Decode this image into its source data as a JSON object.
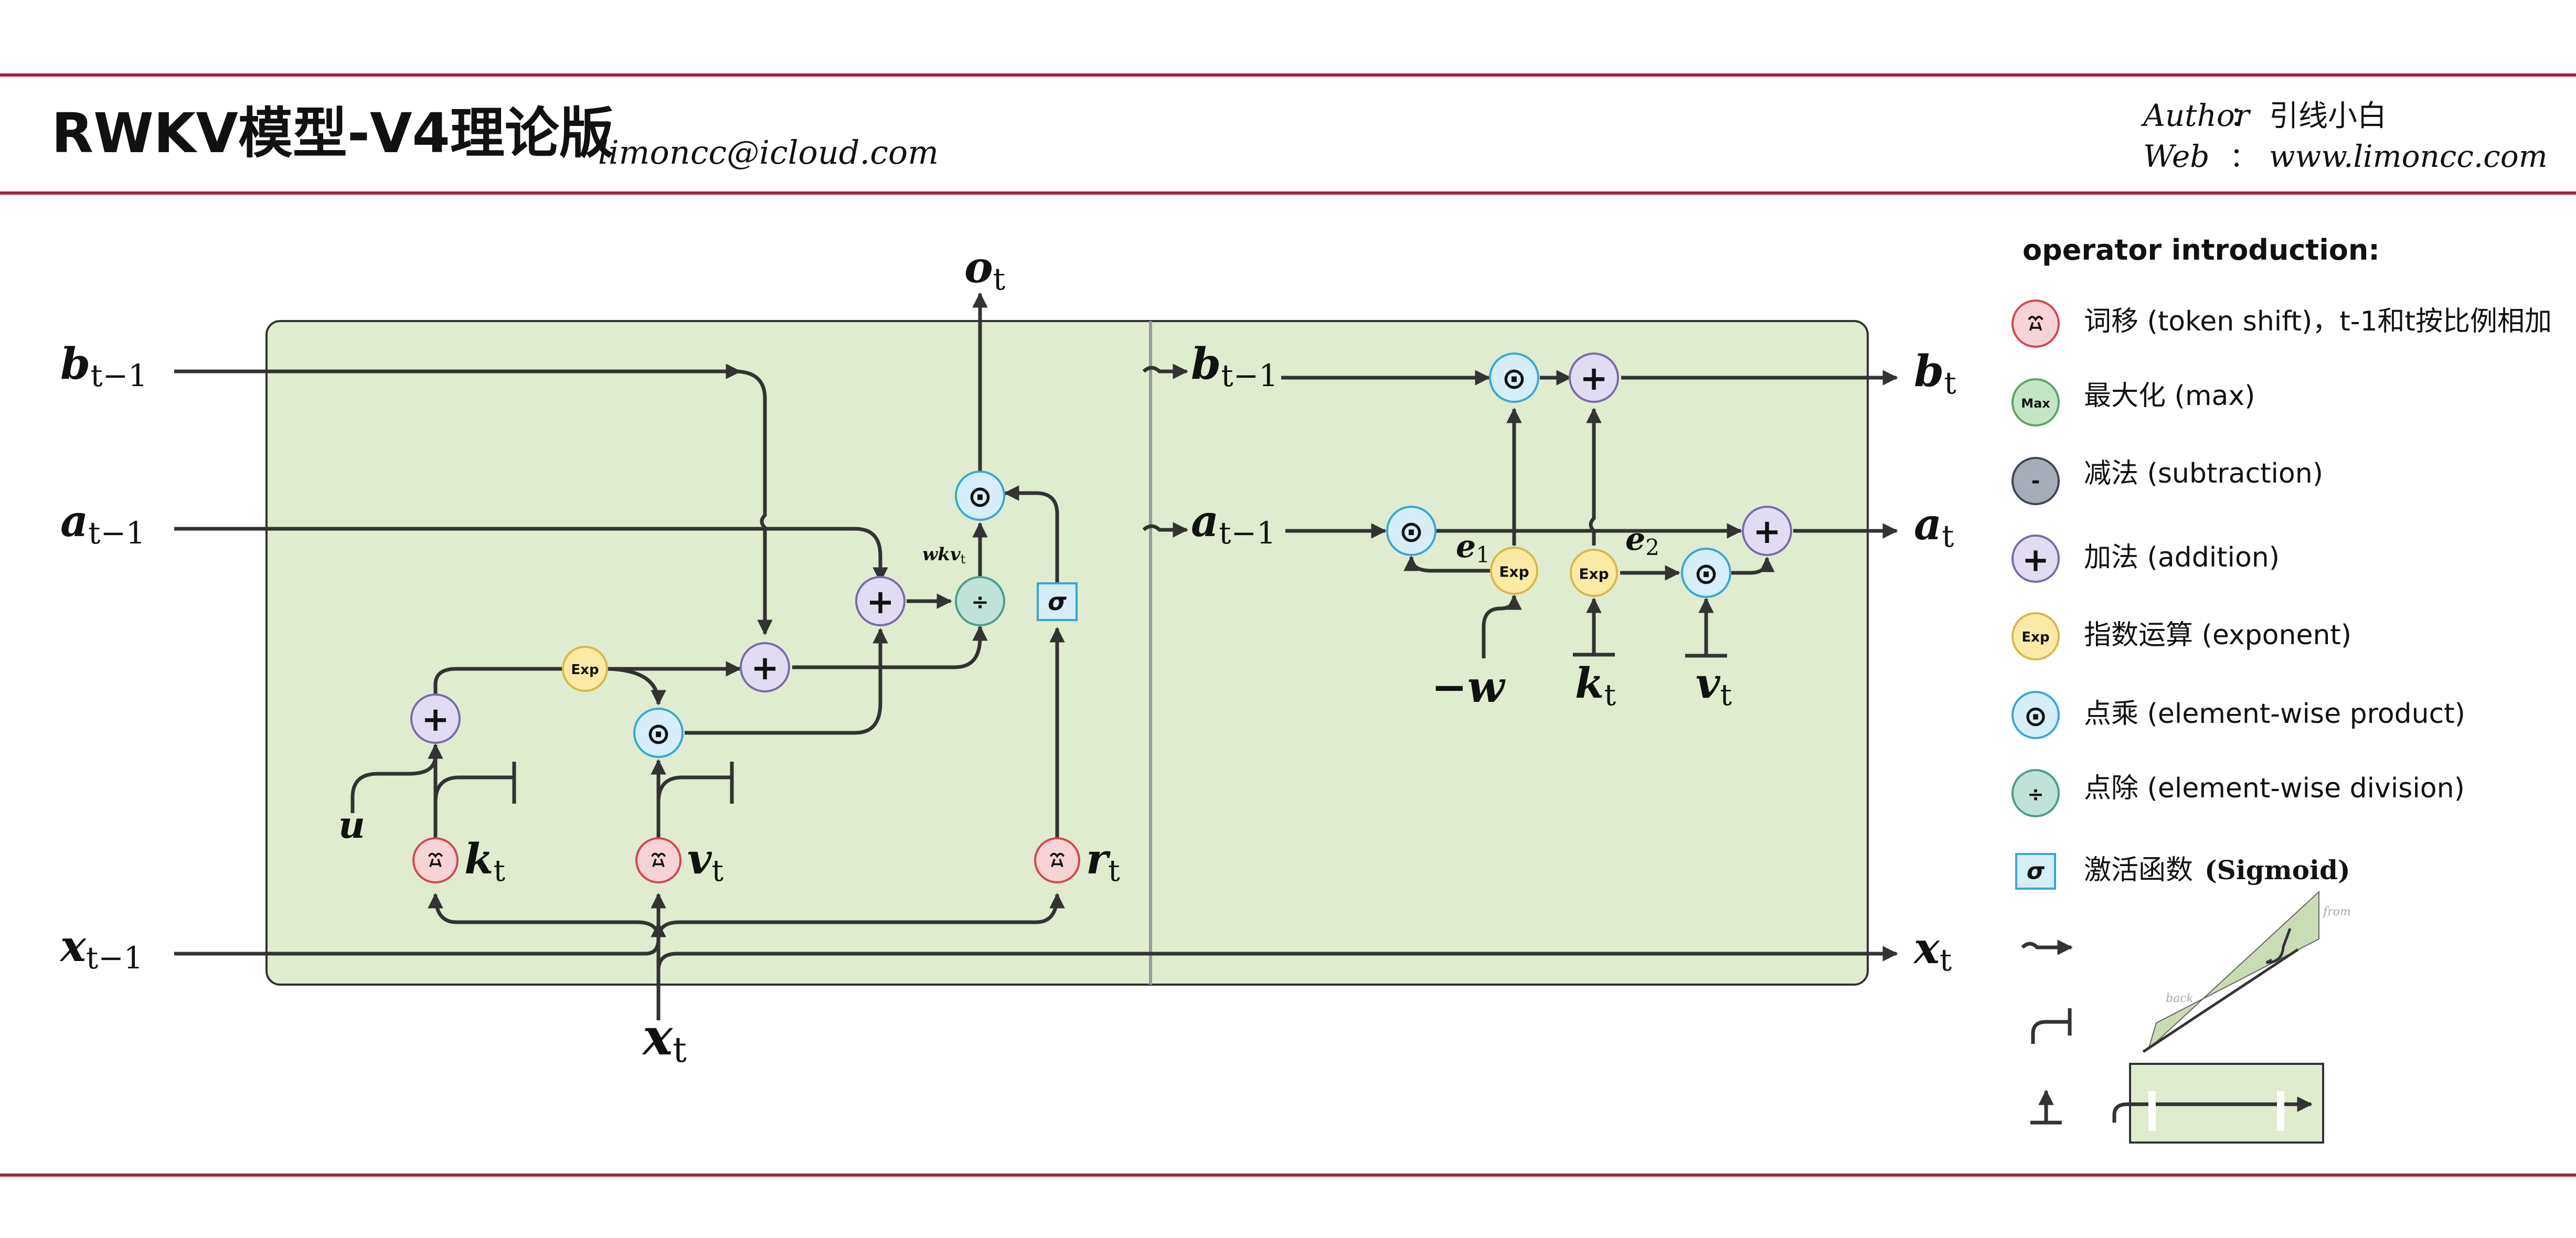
{
  "header": {
    "title": "RWKV模型-V4理论版",
    "email": "limoncc@icloud.com",
    "author_label": "Author",
    "author_sep": "：",
    "author_value": "引线小白",
    "web_label": "Web",
    "web_sep": "：",
    "web_value": "www.limoncc.com"
  },
  "diagram": {
    "left": {
      "inputs": {
        "b_prev": {
          "base": "b",
          "sub": "t−1"
        },
        "a_prev": {
          "base": "a",
          "sub": "t−1"
        },
        "x_prev": {
          "base": "x",
          "sub": "t−1"
        },
        "x_t": {
          "base": "x",
          "sub": "t"
        },
        "u": "u"
      },
      "output": {
        "base": "o",
        "sub": "t"
      },
      "labels": {
        "k": {
          "base": "k",
          "sub": "t"
        },
        "v": {
          "base": "v",
          "sub": "t"
        },
        "r": {
          "base": "r",
          "sub": "t"
        },
        "wkv": {
          "base": "wkv",
          "sub": "t"
        }
      }
    },
    "right": {
      "inputs": {
        "b_prev": {
          "base": "b",
          "sub": "t−1"
        },
        "a_prev": {
          "base": "a",
          "sub": "t−1"
        },
        "neg_w": "−w",
        "k": {
          "base": "k",
          "sub": "t"
        },
        "v": {
          "base": "v",
          "sub": "t"
        }
      },
      "outputs": {
        "b": {
          "base": "b",
          "sub": "t"
        },
        "a": {
          "base": "a",
          "sub": "t"
        },
        "x": {
          "base": "x",
          "sub": "t"
        }
      },
      "labels": {
        "e1": {
          "base": "e",
          "sub": "1"
        },
        "e2": {
          "base": "e",
          "sub": "2"
        }
      }
    },
    "ops": {
      "exp": "Exp",
      "max": "Max",
      "minus": "-",
      "plus": "+",
      "dot": "⊙",
      "div": "÷",
      "sigma": "σ"
    }
  },
  "legend": {
    "heading": "operator introduction:",
    "items": [
      {
        "text": "词移 (token shift)，t-1和t按比例相加"
      },
      {
        "text": "最大化 (max)"
      },
      {
        "text": "减法 (subtraction)"
      },
      {
        "text": "加法 (addition)"
      },
      {
        "text": "指数运算 (exponent)"
      },
      {
        "text": "点乘 (element-wise product)"
      },
      {
        "text": "点除 (element-wise division)"
      },
      {
        "text": "激活函数",
        "bold_suffix": "(Sigmoid)"
      }
    ],
    "note_from": "from",
    "note_back": "back"
  },
  "colors": {
    "rule": "#a5223a",
    "panel_bg": "#dfeccf",
    "panel_stroke": "#333333",
    "shift_fill": "#f6d3d5",
    "shift_stroke": "#d64550",
    "max_fill": "#c4e6c6",
    "max_stroke": "#5aa468",
    "minus_fill": "#a6adb8",
    "minus_stroke": "#3d4656",
    "plus_fill": "#e2dcf2",
    "plus_stroke": "#7a6aa8",
    "exp_fill": "#faeaa6",
    "exp_stroke": "#d9b84a",
    "dot_fill": "#d5eefa",
    "dot_stroke": "#3aa6d6",
    "div_fill": "#bfe3d9",
    "div_stroke": "#4e9c8a",
    "sigma_fill": "#d5eefa",
    "sigma_stroke": "#3aa6d6"
  }
}
